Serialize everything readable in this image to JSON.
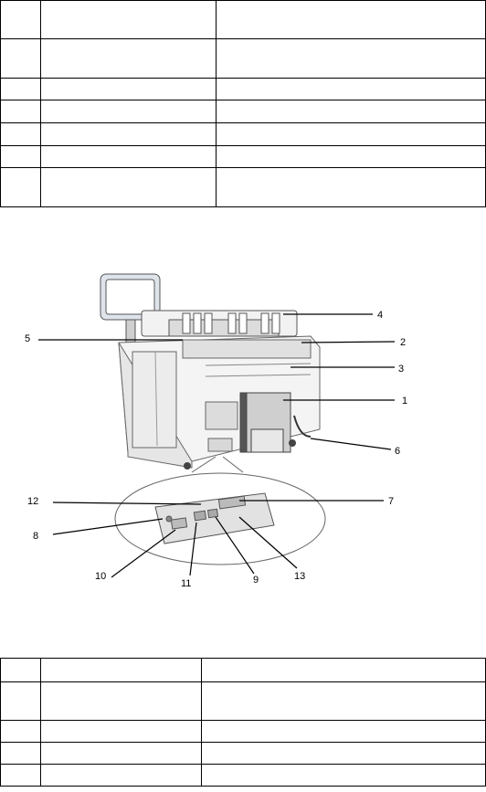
{
  "figure": {
    "callouts": [
      "4",
      "5",
      "2",
      "3",
      "1",
      "6",
      "12",
      "7",
      "8",
      "10",
      "11",
      "9",
      "13"
    ]
  }
}
